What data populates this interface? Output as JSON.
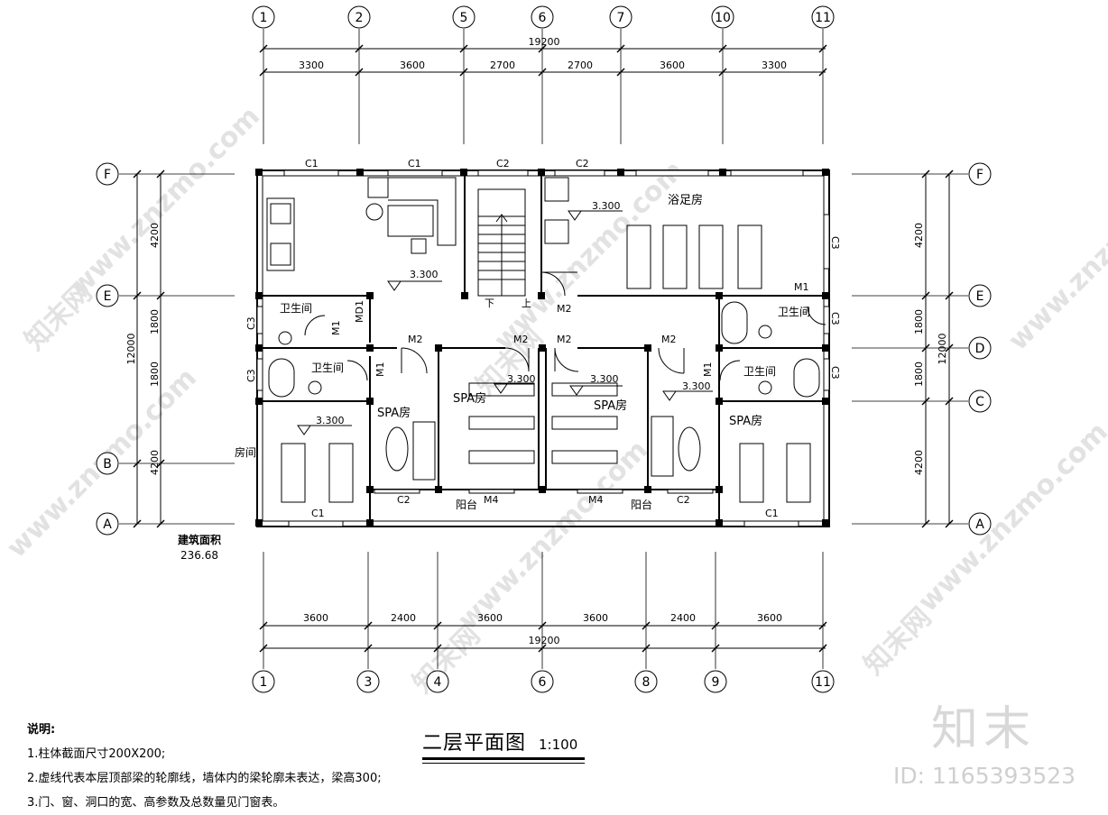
{
  "plan_title": "二层平面图",
  "scale": "1:100",
  "area_label": "建筑面积",
  "area_value": "236.68",
  "grid_top": [
    "1",
    "2",
    "5",
    "6",
    "7",
    "10",
    "11"
  ],
  "grid_bottom": [
    "1",
    "3",
    "4",
    "6",
    "8",
    "9",
    "11"
  ],
  "grid_rows": [
    "F",
    "E",
    "D",
    "C",
    "B",
    "A"
  ],
  "dims_top_total": "19200",
  "dims_top": [
    "3300",
    "3600",
    "2700",
    "2700",
    "3600",
    "3300"
  ],
  "dims_bottom_total": "19200",
  "dims_bottom": [
    "3600",
    "2400",
    "3600",
    "3600",
    "2400",
    "3600"
  ],
  "dims_left": [
    "4200",
    "1800",
    "1800",
    "4200"
  ],
  "dims_left_total": "12000",
  "dims_right": [
    "4200",
    "1800",
    "1800",
    "4200"
  ],
  "dims_right_total": "12000",
  "rooms": {
    "foot_bath": "浴足房",
    "toilet": "卫生间",
    "spa": "SPA房",
    "balcony": "阳台",
    "room": "房间"
  },
  "levels": {
    "elevation": "3.300"
  },
  "stair": {
    "down": "下",
    "up": "上"
  },
  "openings": {
    "c1": "C1",
    "c2": "C2",
    "c3": "C3",
    "m1": "M1",
    "m2": "M2",
    "m4": "M4",
    "md1": "MD1"
  },
  "notes": {
    "heading": "说明:",
    "items": [
      "1.柱体截面尺寸200X200;",
      "2.虚线代表本层顶部梁的轮廓线，墙体内的梁轮廓未表达，梁高300;",
      "3.门、窗、洞口的宽、高参数及总数量见门窗表。"
    ]
  },
  "watermark": {
    "logo": "知末",
    "id": "ID: 1165393523",
    "url": "www.znzmo.com",
    "cn": "知末网"
  }
}
